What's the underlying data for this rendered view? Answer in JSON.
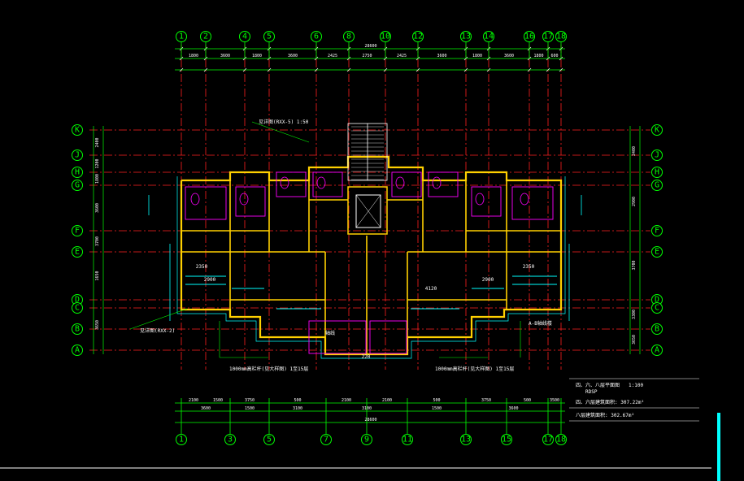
{
  "drawing": {
    "colors": {
      "background": "#000000",
      "axis_line": "#ff2020",
      "bubble": "#00ff00",
      "dimension": "#00ff00",
      "wall": "#ffd000",
      "partition": "#ff00ff",
      "window": "#00ffff",
      "text": "#ffffff",
      "frame": "#ffffff",
      "scrollbar": "#00ffff"
    },
    "axes": {
      "top": [
        "1",
        "2",
        "4",
        "5",
        "6",
        "8",
        "10",
        "12",
        "13",
        "14",
        "16",
        "17",
        "18"
      ],
      "bottom": [
        "1",
        "3",
        "5",
        "7",
        "9",
        "11",
        "13",
        "15",
        "17",
        "18"
      ],
      "rows": [
        "K",
        "J",
        "H",
        "G",
        "F",
        "E",
        "D",
        "C",
        "B",
        "A"
      ]
    },
    "dims": {
      "top_total": "28600",
      "top_row1": [
        "1800",
        "3600",
        "1800",
        "3600",
        "2425",
        "2750",
        "2425",
        "3600",
        "1800",
        "3600",
        "1800",
        "600"
      ],
      "bottom_row1": [
        "2100",
        "1500",
        "3750",
        "500",
        "2100",
        "2100",
        "500",
        "3750",
        "500",
        "3500"
      ],
      "bottom_row2": [
        "3600",
        "1500",
        "3100",
        "3100",
        "1500",
        "3600"
      ],
      "bottom_total": "28600",
      "left": [
        "2400",
        "1200",
        "1800",
        "3600",
        "3700",
        "1650",
        "3650"
      ],
      "right": [
        "2400",
        "2900",
        "3700",
        "3300",
        "3650"
      ]
    },
    "rooms": {
      "center_dim": "4120",
      "left_dim_a": "2350",
      "left_dim_b": "2900",
      "right_dim_a": "2350",
      "right_dim_b": "2900",
      "balcony_dim": "220"
    },
    "notes": {
      "north_note": "见详图(RXX-5) 1:50",
      "balcony_note_left": "1000mm高栏杆(见大样图) 1至15层",
      "balcony_note_right": "1000mm高栏杆(见大样图) 1至15层",
      "left_detail": "见详图(RXX-2)",
      "ab_note": "A-B轴线楼",
      "area_title": "四、六、八层平面图",
      "area_scale": "1:100",
      "area_sub": "RDSP",
      "area_line1": "四、六层建筑面积: 307.22m²",
      "area_line2": "八层建筑面积: 302.67m²",
      "stamp": "轴线"
    }
  }
}
